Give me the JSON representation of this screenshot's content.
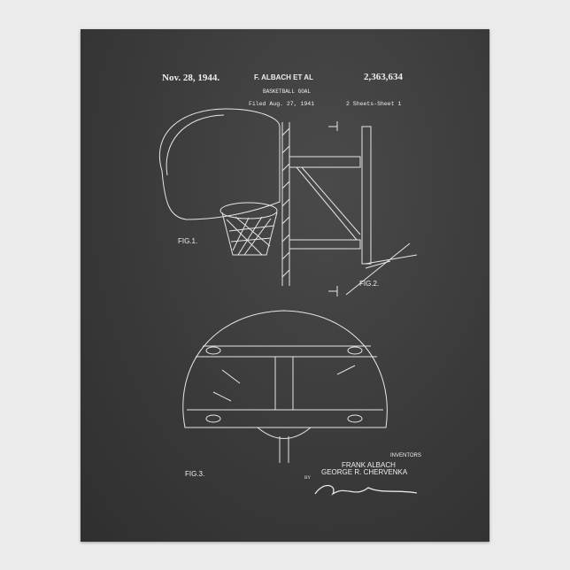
{
  "header": {
    "date": "Nov. 28, 1944.",
    "inventor_short": "F. ALBACH ET AL",
    "patent_number": "2,363,634",
    "title": "BASKETBALL GOAL",
    "filed": "Filed Aug. 27, 1941",
    "sheets": "2 Sheets-Sheet 1"
  },
  "figures": {
    "fig1": "FIG.1.",
    "fig2": "FIG.2.",
    "fig3": "FIG.3."
  },
  "signature": {
    "inventors_label": "INVENTORS",
    "name1": "FRANK ALBACH",
    "name2": "GEORGE R. CHERVENKA",
    "by": "BY",
    "signature_text": "signature"
  },
  "colors": {
    "board": "#3a3a3a",
    "chalk": "#eeeeee",
    "wall": "#ebebeb"
  }
}
